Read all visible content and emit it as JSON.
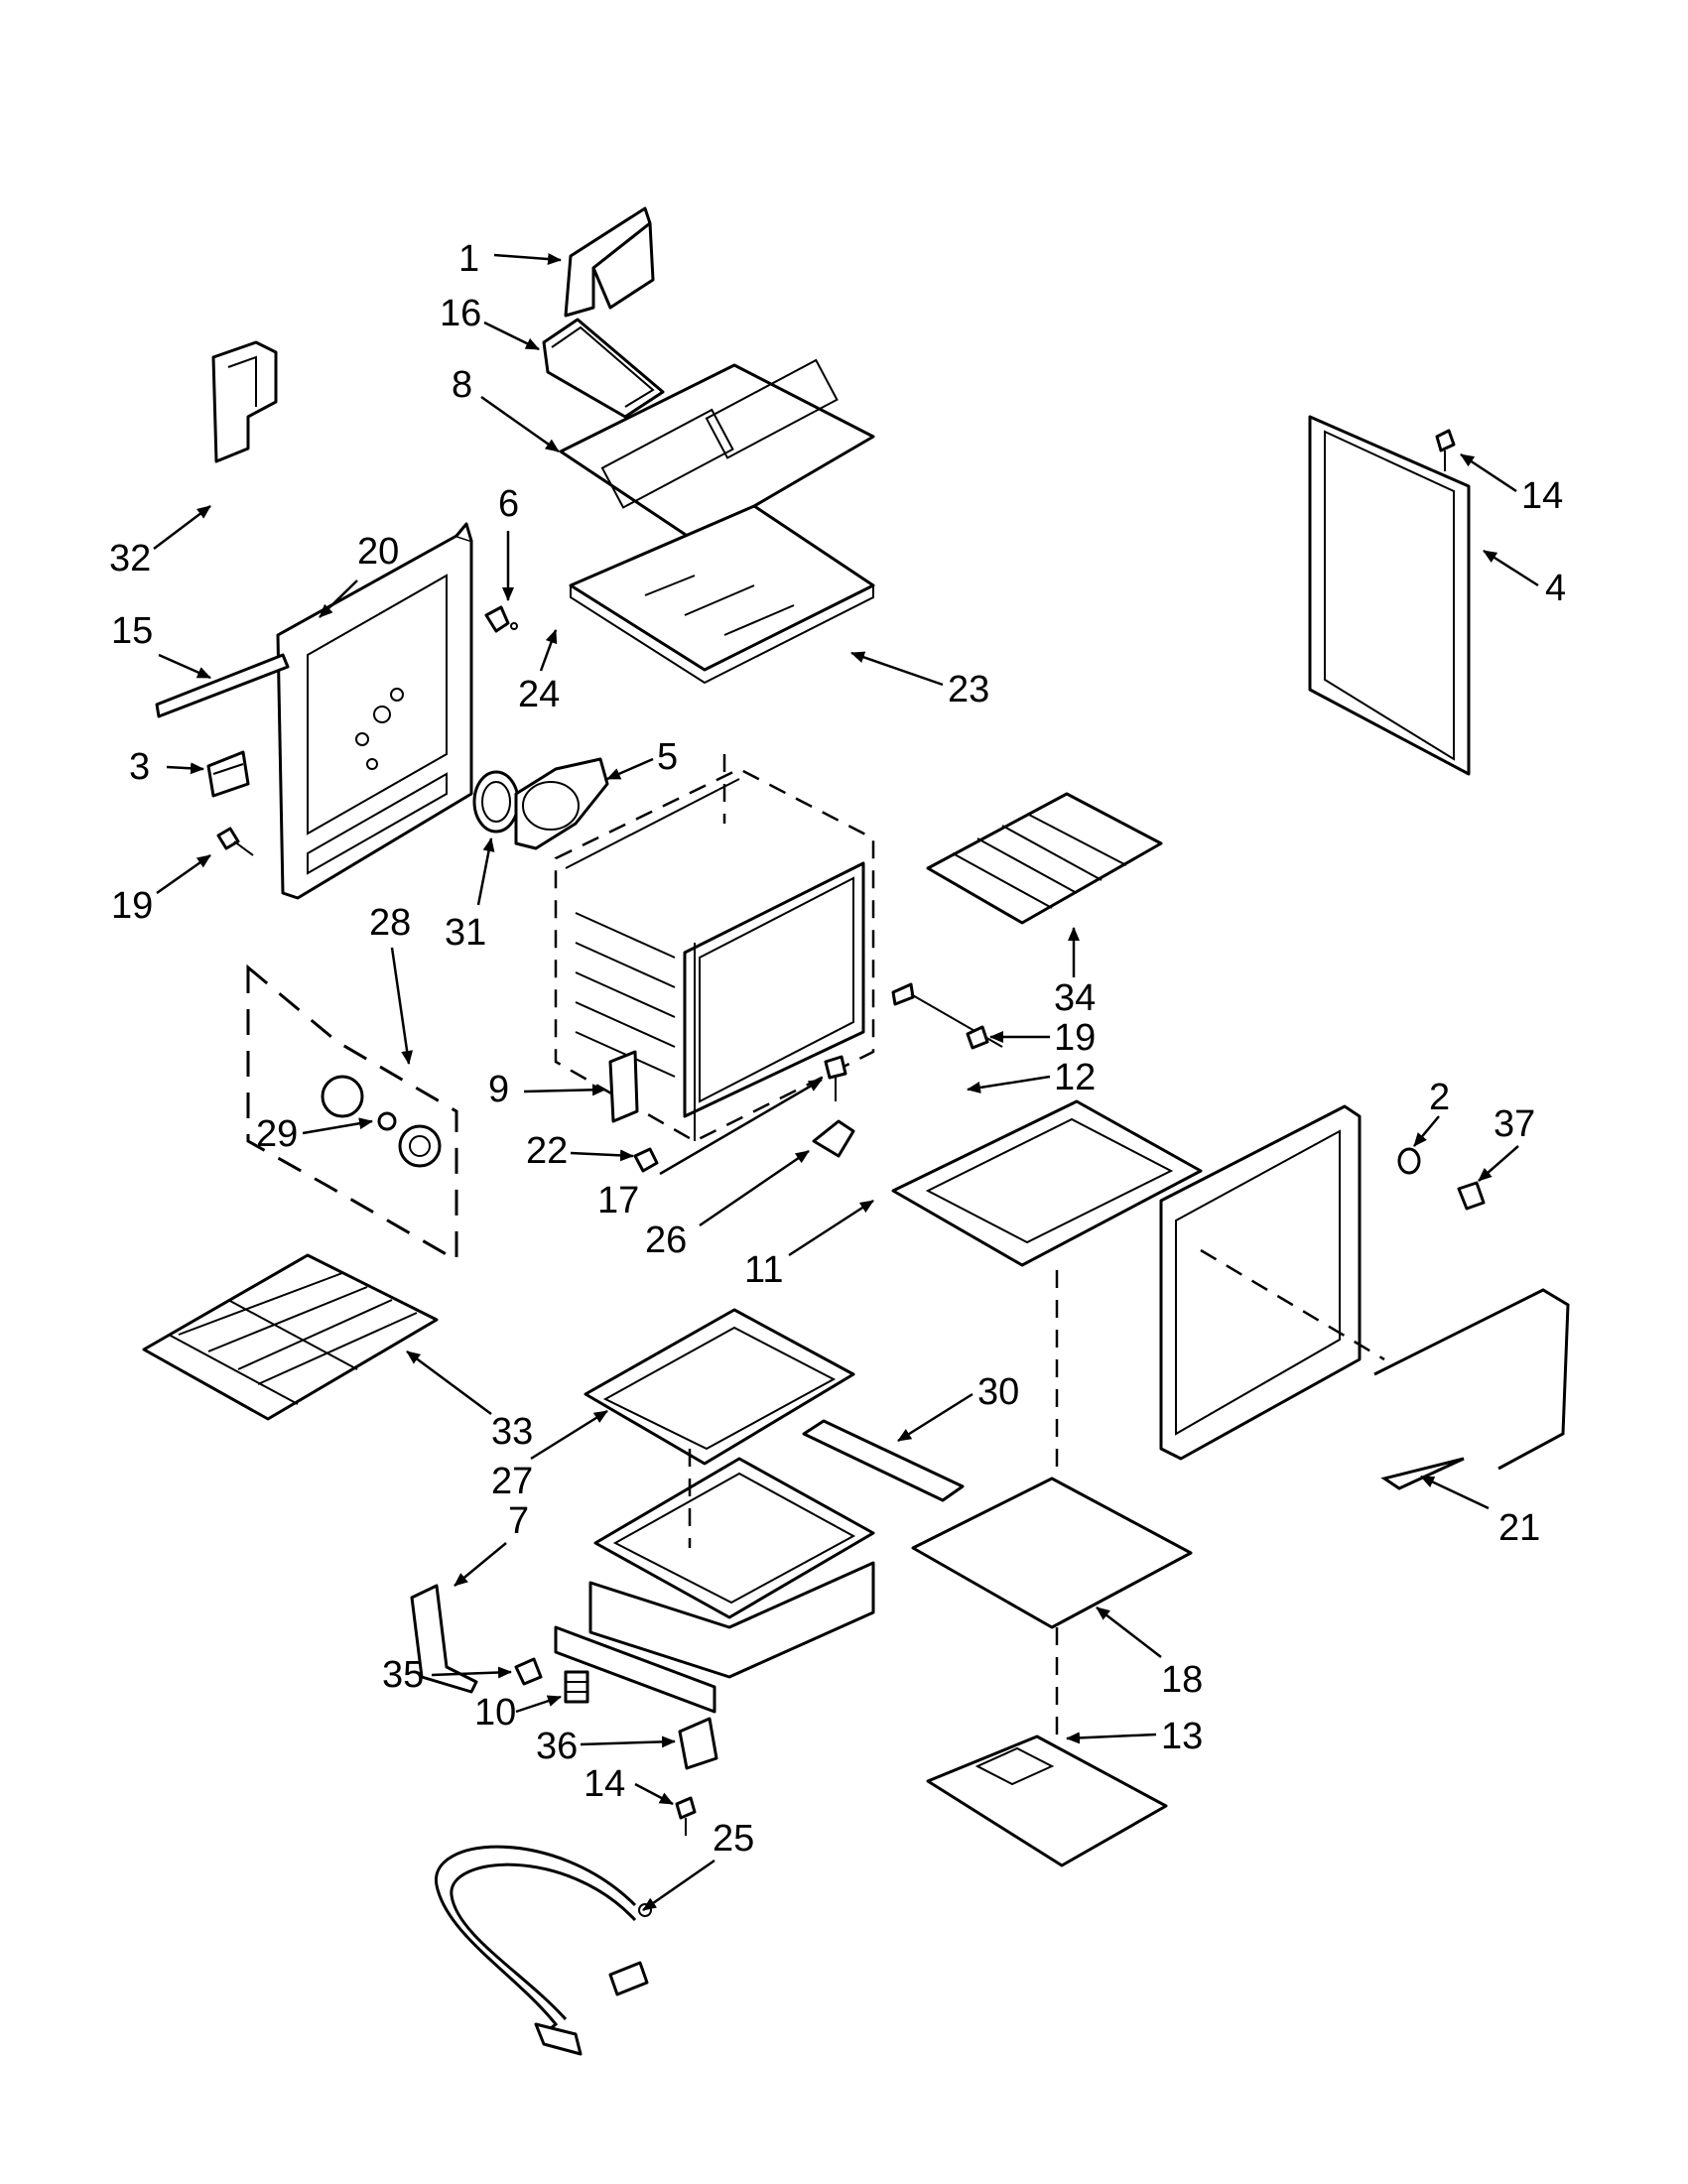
{
  "diagram": {
    "callouts": [
      "1",
      "16",
      "8",
      "32",
      "20",
      "6",
      "15",
      "24",
      "23",
      "14",
      "4",
      "3",
      "5",
      "19",
      "31",
      "28",
      "34",
      "19",
      "12",
      "9",
      "29",
      "22",
      "17",
      "26",
      "2",
      "37",
      "11",
      "33",
      "27",
      "30",
      "7",
      "21",
      "18",
      "35",
      "10",
      "36",
      "14",
      "13",
      "25"
    ]
  }
}
